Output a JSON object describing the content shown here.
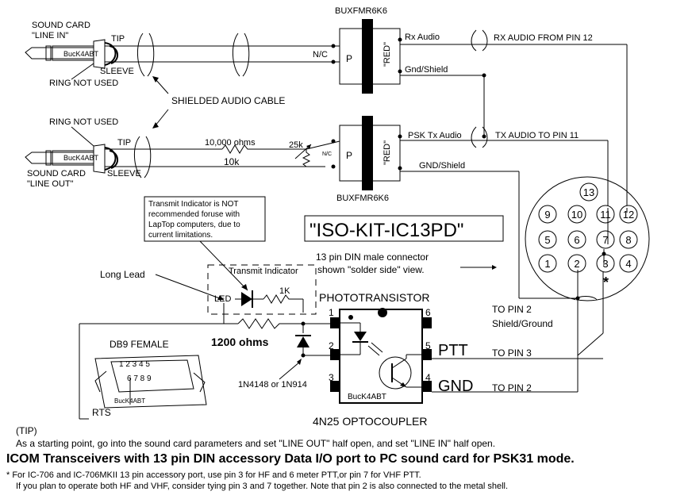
{
  "labels": {
    "sound_card_line_in": "SOUND CARD",
    "line_in": "\"LINE IN\"",
    "tip_1": "TIP",
    "sleeve_1": "SLEEVE",
    "ring_not_used_1": "RING NOT USED",
    "nc_1": "N/C",
    "p_1": "P",
    "red_1": "\"RED\"",
    "rx_audio": "Rx Audio",
    "gnd_shield_1": "Gnd/Shield",
    "rx_audio_from_pin": "RX AUDIO FROM PIN 12",
    "transformer_top": "BUXFMR6K6",
    "shielded_audio_cable": "SHIELDED AUDIO CABLE",
    "ring_not_used_2": "RING NOT USED",
    "tip_2": "TIP",
    "sleeve_2": "SLEEVE",
    "sound_card_line_out": "SOUND CARD",
    "line_out": "\"LINE OUT\"",
    "ohms_10000": "10,000 ohms",
    "r_10k": "10k",
    "pot_25k": "25k",
    "nc_2": "N/C",
    "p_2": "P",
    "red_2": "\"RED\"",
    "psk_tx_audio": "PSK Tx Audio",
    "gnd_shield_2": "GND/Shield",
    "tx_audio_to_pin": "TX AUDIO TO PIN 11",
    "transformer_bottom": "BUXFMR6K6",
    "plug_brand_1": "BucK4ABT",
    "plug_brand_2": "BucK4ABT",
    "transmit_note_1": "Transmit Indicator is NOT",
    "transmit_note_2": "recommended foruse with",
    "transmit_note_3": "LapTop computers, due to",
    "transmit_note_4": "current limitations.",
    "kit_title": "\"ISO-KIT-IC13PD\"",
    "din_caption_1": "13 pin DIN male connector",
    "din_caption_2": "shown \"solder side\"  view.",
    "long_lead": "Long Lead",
    "transmit_indicator": "Transmit Indicator",
    "led": "LED",
    "r_1k": "1K",
    "phototransistor": "PHOTOTRANSISTOR",
    "ohms_1200": "1200 ohms",
    "db9_female": "DB9 FEMALE",
    "db9_brand": "BucK4ABT",
    "rts": "RTS",
    "diode_part": "1N4148 or 1N914",
    "opto_pin1": "1",
    "opto_pin2": "2",
    "opto_pin3": "3",
    "opto_pin4": "4",
    "opto_pin5": "5",
    "opto_pin6": "6",
    "opto_brand": "BucK4ABT",
    "optocoupler": "4N25  OPTOCOUPLER",
    "ptt": "PTT",
    "gnd": "GND",
    "to_pin3": "TO PIN 3",
    "to_pin2": "TO PIN 2",
    "to_pin2_shield_1": "TO PIN 2",
    "to_pin2_shield_2": "Shield/Ground",
    "asterisk": "*",
    "db9_pins_top": "1 2 3 4 5",
    "db9_pins_bot": "6 7 8 9"
  },
  "din_pins": [
    "13",
    "9",
    "10",
    "11",
    "12",
    "5",
    "6",
    "7",
    "8",
    "1",
    "2",
    "3",
    "4"
  ],
  "footer": {
    "tip_heading": "(TIP)",
    "tip_text": "As a starting point, go into the sound card parameters and set \"LINE OUT\" half open, and set \"LINE IN\" half open.",
    "headline": "ICOM Transceivers with 13 pin DIN accessory Data I/O port to PC sound card for PSK31 mode.",
    "note_1": "* For IC-706 and IC-706MKII 13 pin accessory port, use pin 3 for HF and 6 meter PTT,or pin 7 for VHF PTT.",
    "note_2": "If you plan to operate both HF and VHF, consider tying pin 3 and 7 together.  Note that pin 2 is also connected to the metal shell."
  }
}
